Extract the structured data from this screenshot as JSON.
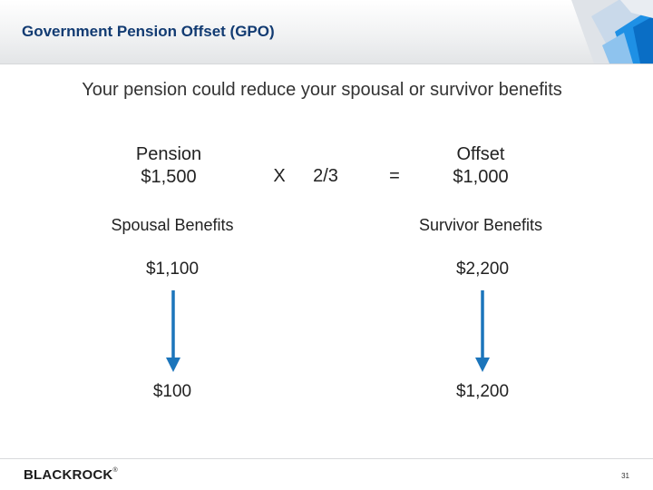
{
  "slide": {
    "title": "Government Pension Offset (GPO)",
    "subtitle": "Your pension could reduce your spousal or survivor benefits"
  },
  "calculation": {
    "pension_label": "Pension",
    "pension_value": "$1,500",
    "multiply_sign": "X",
    "fraction": "2/3",
    "equals_sign": "=",
    "offset_label": "Offset",
    "offset_value": "$1,000"
  },
  "spousal": {
    "heading": "Spousal Benefits",
    "before": "$1,100",
    "after": "$100"
  },
  "survivor": {
    "heading": "Survivor Benefits",
    "before": "$2,200",
    "after": "$1,200"
  },
  "footer": {
    "brand": "BLACKROCK",
    "brand_mark": "®",
    "page_number": "31"
  },
  "colors": {
    "title": "#123b72",
    "arrow": "#1b75bb",
    "logo_blue": "#0a7fd6"
  },
  "icons": [
    "down-arrow-icon",
    "blackrock-cube-icon"
  ]
}
